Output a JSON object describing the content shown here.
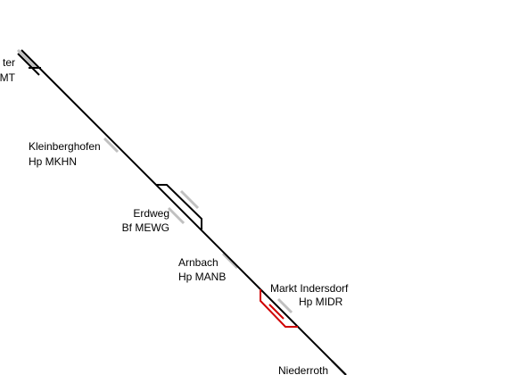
{
  "colors": {
    "track": "#000000",
    "platform": "#c0c0c0",
    "highlight": "#d00000",
    "background": "#ffffff"
  },
  "stations": [
    {
      "id": "top-left",
      "name": "ter",
      "code": "MT"
    },
    {
      "id": "kleinberghofen",
      "name": "Kleinberghofen",
      "code": "Hp MKHN"
    },
    {
      "id": "erdweg",
      "name": "Erdweg",
      "code": "Bf MEWG"
    },
    {
      "id": "arnbach",
      "name": "Arnbach",
      "code": "Hp MANB"
    },
    {
      "id": "markt-indersdorf",
      "name": "Markt Indersdorf",
      "code": "Hp MIDR"
    },
    {
      "id": "niederroth",
      "name": "Niederroth",
      "code": ""
    }
  ]
}
